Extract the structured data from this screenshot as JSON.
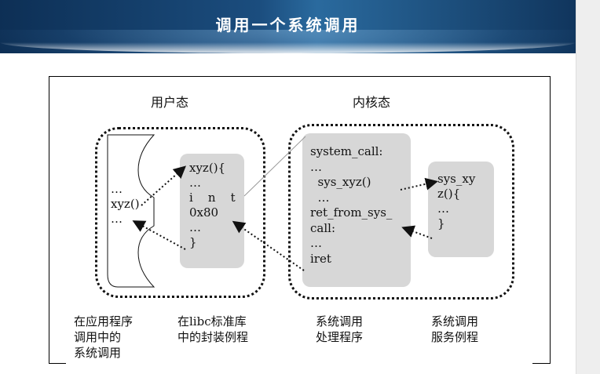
{
  "header": {
    "title": "调用一个系统调用"
  },
  "diagram": {
    "regions": {
      "user_mode": "用户态",
      "kernel_mode": "内核态"
    },
    "app_program": {
      "lines": [
        "…",
        "xyz()",
        "…"
      ]
    },
    "libc_wrapper": {
      "lines": [
        "xyz(){",
        "…",
        "i    n    t",
        "0x80",
        "…",
        "}"
      ]
    },
    "system_call_handler": {
      "lines": [
        "system_call:",
        "…",
        "  sys_xyz()",
        "  …",
        "ret_from_sys_",
        "call:",
        "…",
        "iret"
      ]
    },
    "service_routine": {
      "lines": [
        "sys_xy",
        "z(){",
        "…",
        "}"
      ]
    },
    "captions": [
      {
        "lines": [
          "在应用程序",
          "调用中的",
          "系统调用"
        ]
      },
      {
        "lines": [
          "在libc标准库",
          "中的封装例程"
        ]
      },
      {
        "lines": [
          "系统调用",
          "处理程序"
        ]
      },
      {
        "lines": [
          "系统调用",
          "服务例程"
        ]
      }
    ]
  }
}
